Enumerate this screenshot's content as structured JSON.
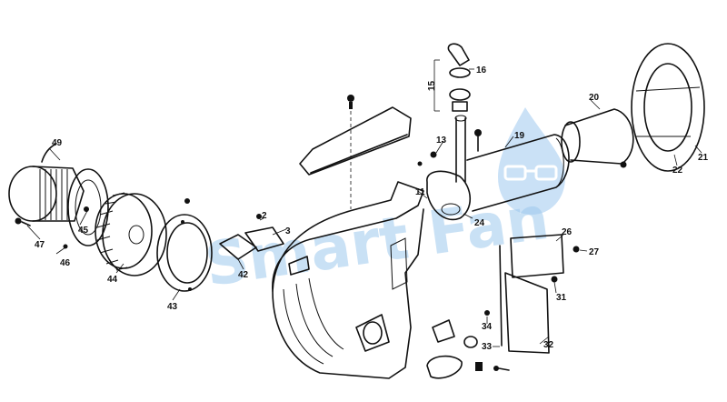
{
  "watermark": {
    "text": "Smart Fan",
    "color": "#9ec9ee"
  },
  "ink_color": "#111111",
  "parts": [
    {
      "id": "2",
      "label": "2"
    },
    {
      "id": "3",
      "label": "3"
    },
    {
      "id": "11",
      "label": "11"
    },
    {
      "id": "13",
      "label": "13"
    },
    {
      "id": "15",
      "label": "15"
    },
    {
      "id": "16",
      "label": "16"
    },
    {
      "id": "19",
      "label": "19"
    },
    {
      "id": "20",
      "label": "20"
    },
    {
      "id": "21",
      "label": "21"
    },
    {
      "id": "22",
      "label": "22"
    },
    {
      "id": "24",
      "label": "24"
    },
    {
      "id": "26",
      "label": "26"
    },
    {
      "id": "27",
      "label": "27"
    },
    {
      "id": "31",
      "label": "31"
    },
    {
      "id": "32",
      "label": "32"
    },
    {
      "id": "33",
      "label": "33"
    },
    {
      "id": "34",
      "label": "34"
    },
    {
      "id": "42",
      "label": "42"
    },
    {
      "id": "43",
      "label": "43"
    },
    {
      "id": "44",
      "label": "44"
    },
    {
      "id": "45",
      "label": "45"
    },
    {
      "id": "46",
      "label": "46"
    },
    {
      "id": "47",
      "label": "47"
    },
    {
      "id": "49",
      "label": "49"
    }
  ]
}
